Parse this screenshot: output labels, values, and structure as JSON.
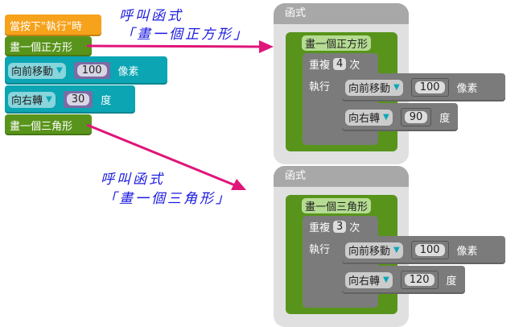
{
  "main_script": {
    "event": "當按下\"執行\"時",
    "call_square": "畫一個正方形",
    "move": {
      "dropdown": "向前移動",
      "value": "100",
      "unit": "像素"
    },
    "turn": {
      "dropdown": "向右轉",
      "value": "30",
      "unit": "度"
    },
    "call_triangle": "畫一個三角形"
  },
  "annotations": [
    {
      "line1": "呼叫函式",
      "line2": "「畫一個正方形」"
    },
    {
      "line1": "呼叫函式",
      "line2": "「畫一個三角形」"
    }
  ],
  "functions": [
    {
      "header": "函式",
      "name": "畫一個正方形",
      "repeat_label": "重複",
      "count": "4",
      "times": "次",
      "do": "執行",
      "move": {
        "dropdown": "向前移動",
        "value": "100",
        "unit": "像素"
      },
      "turn": {
        "dropdown": "向右轉",
        "value": "90",
        "unit": "度"
      }
    },
    {
      "header": "函式",
      "name": "畫一個三角形",
      "repeat_label": "重複",
      "count": "3",
      "times": "次",
      "do": "執行",
      "move": {
        "dropdown": "向前移動",
        "value": "100",
        "unit": "像素"
      },
      "turn": {
        "dropdown": "向右轉",
        "value": "120",
        "unit": "度"
      }
    }
  ],
  "colors": {
    "event": "#f6a21a",
    "procedure": "#58941b",
    "motion": "#0ba5b3",
    "arrow": "#e0157a",
    "annotation": "#1a1ae0"
  }
}
